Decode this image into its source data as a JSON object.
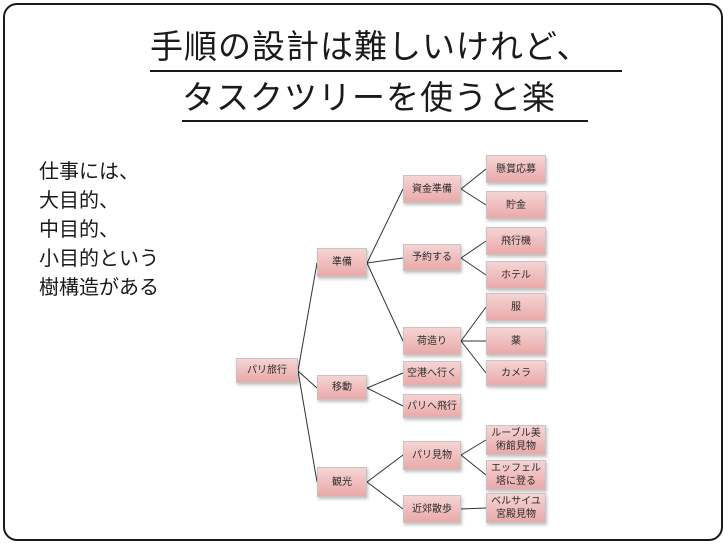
{
  "title": {
    "line1": "手順の設計は難しいけれど、",
    "line2": "タスクツリーを使うと楽"
  },
  "side_text": [
    "仕事には、",
    "大目的、",
    "中目的、",
    "小目的という",
    "樹構造がある"
  ],
  "tree": {
    "root": "パリ旅行",
    "level1": [
      "準備",
      "移動",
      "観光"
    ],
    "level2": [
      "資金準備",
      "予約する",
      "荷造り",
      "空港へ行く",
      "パリへ飛行",
      "パリ見物",
      "近郊散歩"
    ],
    "level3": [
      "懸賞応募",
      "貯金",
      "飛行機",
      "ホテル",
      "服",
      "薬",
      "カメラ",
      "ルーブル美\n術館見物",
      "エッフェル\n塔に登る",
      "ベルサイユ\n宮殿見物"
    ]
  }
}
